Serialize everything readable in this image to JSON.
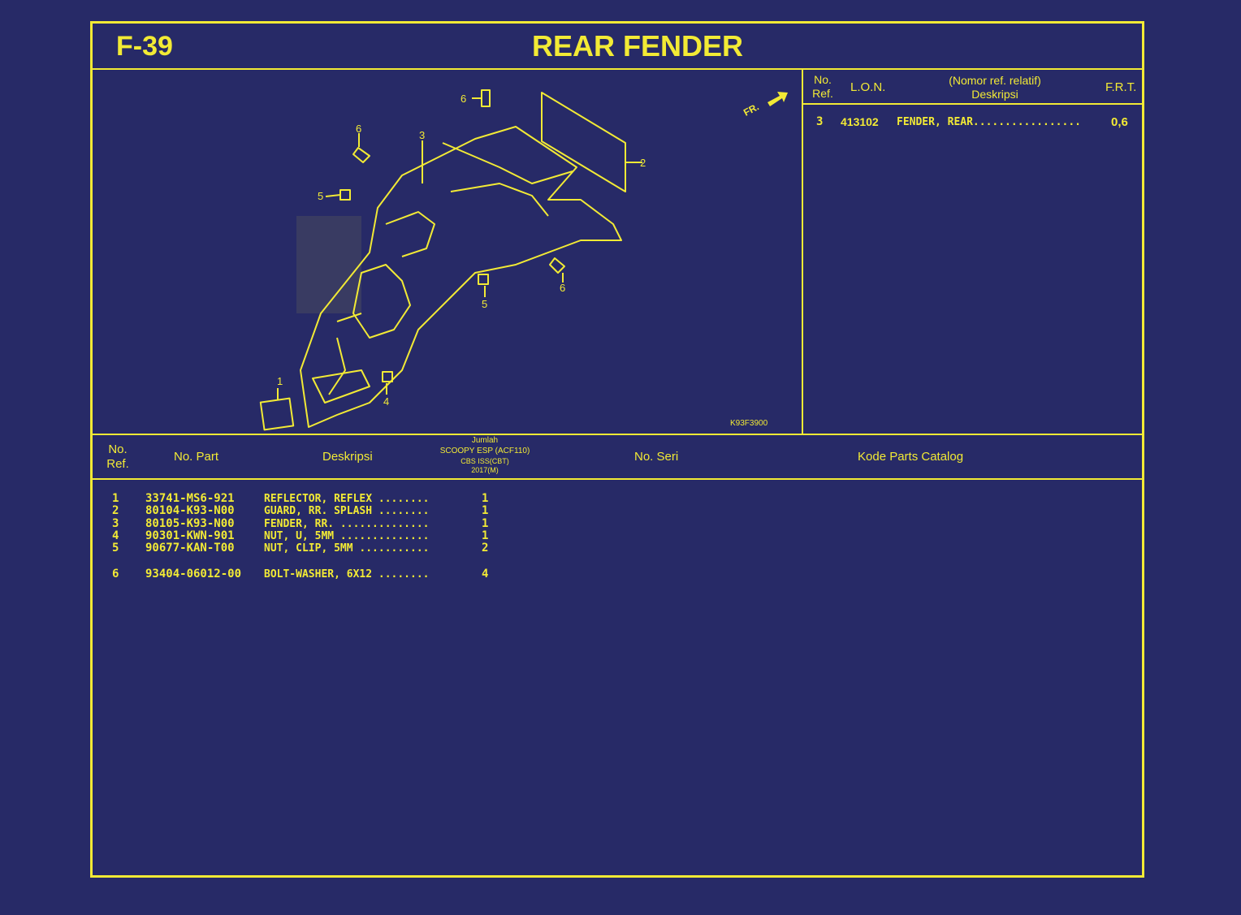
{
  "header": {
    "page_code": "F-39",
    "title": "REAR FENDER"
  },
  "frt_table": {
    "headers": {
      "no_ref": [
        "No.",
        "Ref."
      ],
      "lon": "L.O.N.",
      "desc": [
        "(Nomor ref. relatif)",
        "Deskripsi"
      ],
      "frt": "F.R.T."
    },
    "rows": [
      {
        "ref": "3",
        "lon": "413102",
        "desc": "FENDER, REAR.................",
        "frt": "0,6"
      }
    ]
  },
  "diagram": {
    "code": "K93F3900",
    "direction_label": "FR.",
    "callouts": [
      "1",
      "2",
      "3",
      "4",
      "5",
      "5",
      "6",
      "6",
      "6"
    ]
  },
  "parts_table": {
    "headers": {
      "no_ref": [
        "No.",
        "Ref."
      ],
      "no_part": "No. Part",
      "deskripsi": "Deskripsi",
      "jumlah": [
        "Jumlah",
        "SCOOPY ESP (ACF110)",
        "CBS ISS(CBT)",
        "2017(M)"
      ],
      "no_seri": "No. Seri",
      "kode": "Kode Parts Catalog"
    },
    "rows": [
      {
        "ref": "1",
        "part": "33741-MS6-921",
        "desc": "REFLECTOR, REFLEX ........",
        "qty": "1"
      },
      {
        "ref": "2",
        "part": "80104-K93-N00",
        "desc": "GUARD, RR. SPLASH ........",
        "qty": "1"
      },
      {
        "ref": "3",
        "part": "80105-K93-N00",
        "desc": "FENDER, RR. ..............",
        "qty": "1"
      },
      {
        "ref": "4",
        "part": "90301-KWN-901",
        "desc": "NUT, U, 5MM ..............",
        "qty": "1"
      },
      {
        "ref": "5",
        "part": "90677-KAN-T00",
        "desc": "NUT, CLIP, 5MM ...........",
        "qty": "2"
      },
      {
        "ref": "6",
        "part": "93404-06012-00",
        "desc": "BOLT-WASHER, 6X12 ........",
        "qty": "4"
      }
    ]
  },
  "colors": {
    "background": "#272a67",
    "ink": "#f2ea35"
  }
}
